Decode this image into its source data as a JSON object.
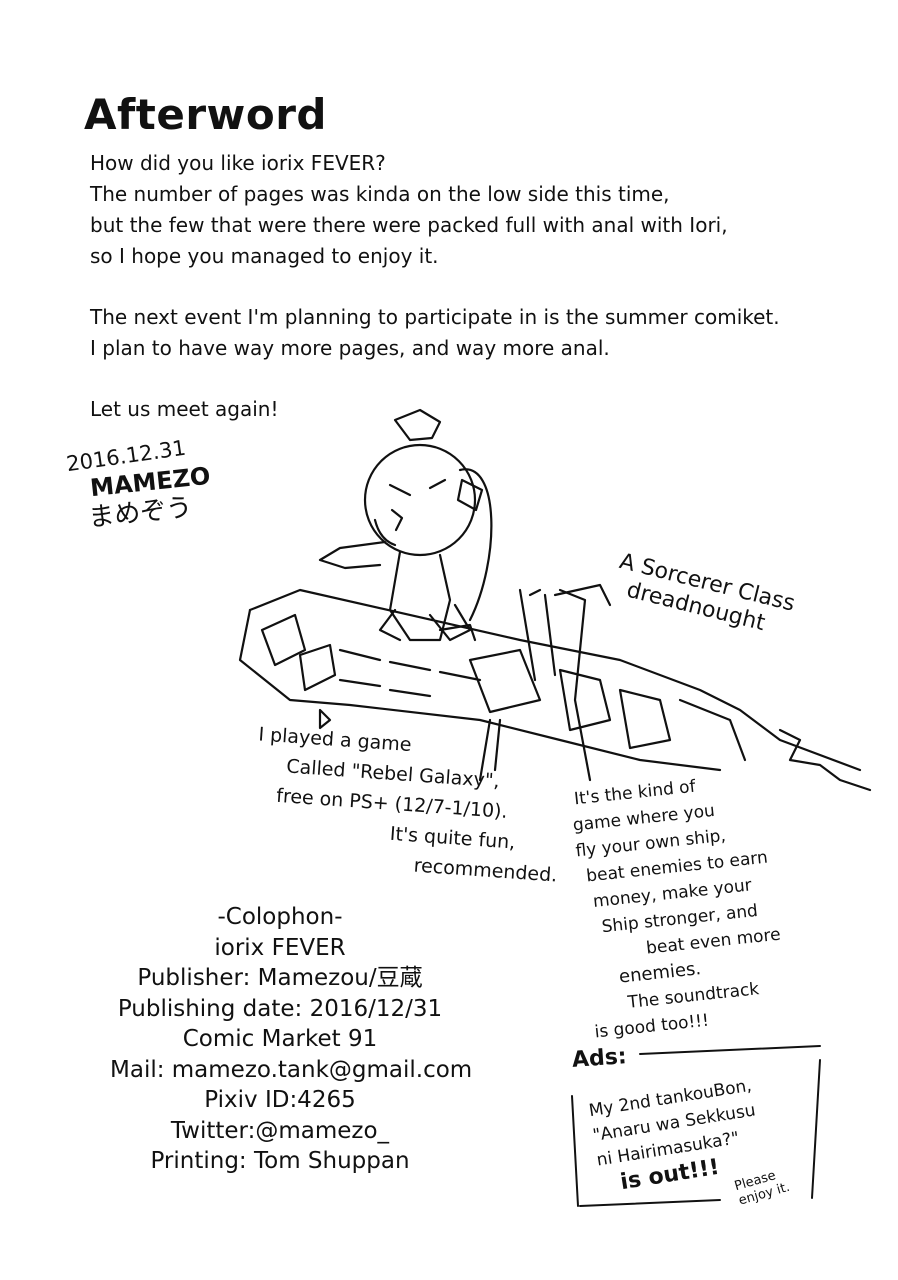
{
  "title": "Afterword",
  "intro": {
    "paragraph1": [
      "How did you like iorix FEVER?",
      "The number of pages was kinda on the low side this time,",
      "but the few that were there were packed full with anal with Iori,",
      "so I hope you managed to enjoy it."
    ],
    "paragraph2": [
      "The next event I'm planning to participate in is the summer comiket.",
      "I plan to have way more pages, and way more anal."
    ],
    "paragraph3": "Let us meet again!"
  },
  "signature": {
    "date": "2016.12.31",
    "name": "MAMEZO",
    "name_jp": "まめぞう"
  },
  "ship_label": [
    "A Sorcerer Class",
    "dreadnought"
  ],
  "game_note": [
    "I played a game",
    "Called \"Rebel Galaxy\",",
    "free on PS+ (12/7-1/10).",
    "It's quite fun,",
    "recommended."
  ],
  "kind_note": [
    "It's the kind of",
    "game where you",
    "fly your own ship,",
    "beat enemies to earn",
    "money, make your",
    "Ship stronger, and",
    "beat even more",
    "enemies.",
    "The soundtrack",
    "is good too!!!"
  ],
  "colophon": {
    "heading": "-Colophon-",
    "work": "iorix FEVER",
    "publisher": "Publisher: Mamezou/豆蔵",
    "date": "Publishing date: 2016/12/31",
    "event": "Comic Market 91",
    "mail": "Mail: mamezo.tank@gmail.com",
    "pixiv": "Pixiv ID:4265",
    "twitter": "Twitter:@mamezo_",
    "printing": "Printing: Tom Shuppan"
  },
  "ads": {
    "title": "Ads:",
    "lines": [
      "My 2nd tankouBon,",
      "\"Anaru wa Sekkusu",
      "ni Hairimasuka?\"",
      "is out!!!"
    ],
    "enjoy": [
      "Please",
      "enjoy it."
    ]
  },
  "colors": {
    "ink": "#111111",
    "paper": "#ffffff"
  }
}
